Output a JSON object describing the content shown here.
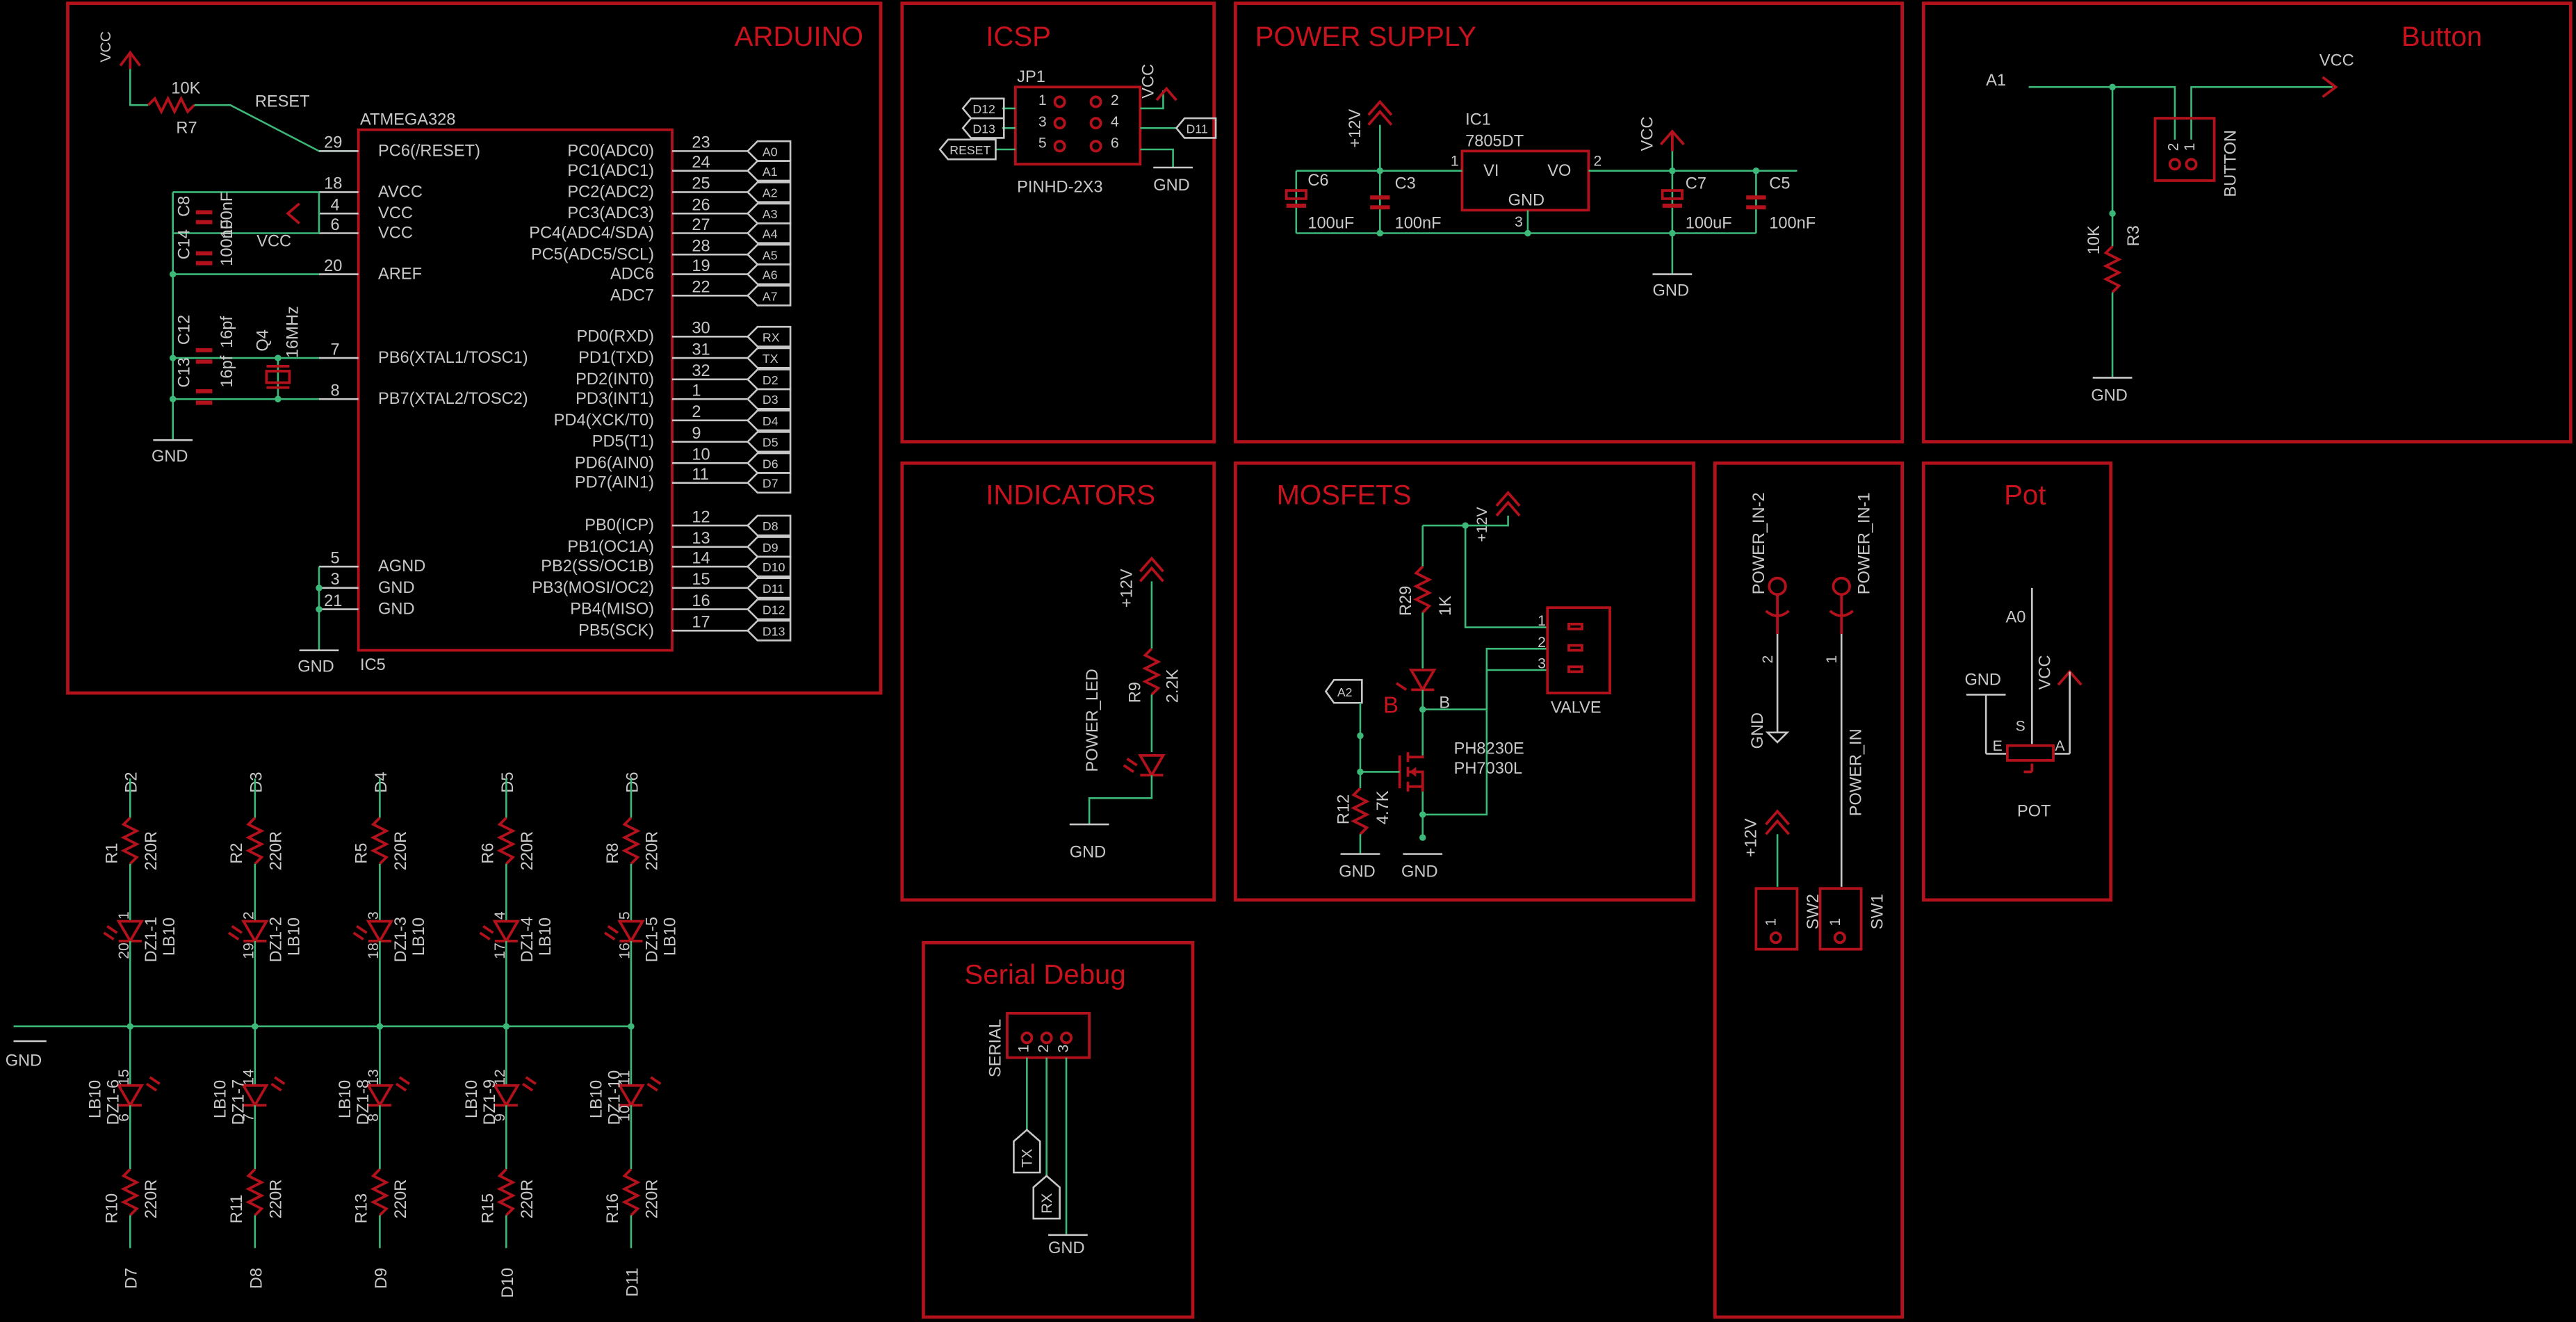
{
  "colors": {
    "frame": "#b3121c",
    "title": "#c8121d",
    "wire": "#3cb878",
    "part": "#b3121c",
    "text": "#c8c8c8",
    "bg": "#000000",
    "port": "#c8c8c8"
  },
  "titles": {
    "arduino": "ARDUINO",
    "icsp": "ICSP",
    "power": "POWER SUPPLY",
    "button": "Button",
    "indicators": "INDICATORS",
    "mosfets": "MOSFETS",
    "pot": "Pot",
    "serial": "Serial Debug"
  },
  "arduino": {
    "vcc": "VCC",
    "r7_value": "10K",
    "r7_name": "R7",
    "reset": "RESET",
    "chip_value": "ATMEGA328",
    "chip_name": "IC5",
    "pc6": "PC6(/RESET)",
    "pin29": "29",
    "avcc": "AVCC",
    "vcc_pin": "VCC",
    "aref": "AREF",
    "pin18": "18",
    "pin4": "4",
    "pin6": "6",
    "pin20": "20",
    "pb6": "PB6(XTAL1/TOSC1)",
    "pb7": "PB7(XTAL2/TOSC2)",
    "pin7": "7",
    "pin8": "8",
    "agnd": "AGND",
    "gnd": "GND",
    "pin5": "5",
    "pin3": "3",
    "pin21": "21",
    "c8": "C8",
    "c8_value": "100nF",
    "c14": "C14",
    "c14_value": "100nF",
    "vcc_label": "VCC",
    "c12": "C12",
    "c12_value": "16pf",
    "c13": "C13",
    "c13_value": "16pf",
    "q4": "Q4",
    "q4_value": "16MHz",
    "gnd_label": "GND",
    "gnd_bottom": "GND",
    "pins": [
      {
        "name": "PC0(ADC0)",
        "num": "23",
        "tag": "A0"
      },
      {
        "name": "PC1(ADC1)",
        "num": "24",
        "tag": "A1"
      },
      {
        "name": "PC2(ADC2)",
        "num": "25",
        "tag": "A2"
      },
      {
        "name": "PC3(ADC3)",
        "num": "26",
        "tag": "A3"
      },
      {
        "name": "PC4(ADC4/SDA)",
        "num": "27",
        "tag": "A4"
      },
      {
        "name": "PC5(ADC5/SCL)",
        "num": "28",
        "tag": "A5"
      },
      {
        "name": "ADC6",
        "num": "19",
        "tag": "A6"
      },
      {
        "name": "ADC7",
        "num": "22",
        "tag": "A7"
      },
      {
        "name": "PD0(RXD)",
        "num": "30",
        "tag": "RX"
      },
      {
        "name": "PD1(TXD)",
        "num": "31",
        "tag": "TX"
      },
      {
        "name": "PD2(INT0)",
        "num": "32",
        "tag": "D2"
      },
      {
        "name": "PD3(INT1)",
        "num": "1",
        "tag": "D3"
      },
      {
        "name": "PD4(XCK/T0)",
        "num": "2",
        "tag": "D4"
      },
      {
        "name": "PD5(T1)",
        "num": "9",
        "tag": "D5"
      },
      {
        "name": "PD6(AIN0)",
        "num": "10",
        "tag": "D6"
      },
      {
        "name": "PD7(AIN1)",
        "num": "11",
        "tag": "D7"
      },
      {
        "name": "PB0(ICP)",
        "num": "12",
        "tag": "D8"
      },
      {
        "name": "PB1(OC1A)",
        "num": "13",
        "tag": "D9"
      },
      {
        "name": "PB2(SS/OC1B)",
        "num": "14",
        "tag": "D10"
      },
      {
        "name": "PB3(MOSI/OC2)",
        "num": "15",
        "tag": "D11"
      },
      {
        "name": "PB4(MISO)",
        "num": "16",
        "tag": "D12"
      },
      {
        "name": "PB5(SCK)",
        "num": "17",
        "tag": "D13"
      }
    ]
  },
  "icsp": {
    "name": "JP1",
    "value": "PINHD-2X3",
    "vcc": "VCC",
    "gnd": "GND",
    "tag_d12": "D12",
    "tag_d13": "D13",
    "tag_reset": "RESET",
    "tag_d11": "D11",
    "p1": "1",
    "p2": "2",
    "p3": "3",
    "p4": "4",
    "p5": "5",
    "p6": "6"
  },
  "power": {
    "v12": "+12V",
    "ic_name": "IC1",
    "ic_value": "7805DT",
    "vi": "VI",
    "vo": "VO",
    "gnd_pin": "GND",
    "p1": "1",
    "p2": "2",
    "p3": "3",
    "vcc": "VCC",
    "gnd": "GND",
    "c6": "C6",
    "c6_value": "100uF",
    "c3": "C3",
    "c3_value": "100nF",
    "c7": "C7",
    "c7_value": "100uF",
    "c5": "C5",
    "c5_value": "100nF"
  },
  "button": {
    "a1": "A1",
    "vcc": "VCC",
    "r3": "R3",
    "r3_value": "10K",
    "gnd": "GND",
    "name": "BUTTON",
    "p1": "1",
    "p2": "2"
  },
  "indicators": {
    "v12": "+12V",
    "r9": "R9",
    "r9_value": "2.2K",
    "led": "POWER_LED",
    "gnd": "GND"
  },
  "mosfets": {
    "v12": "+12V",
    "r29": "R29",
    "r29_value": "1K",
    "b1": "B",
    "b2": "B",
    "tag_a2": "A2",
    "r12": "R12",
    "r12_value": "4.7K",
    "q1": "PH8230E",
    "q2": "PH7030L",
    "gnd1": "GND",
    "gnd2": "GND",
    "valve": "VALVE",
    "p1": "1",
    "p2": "2",
    "p3": "3"
  },
  "power_in": {
    "in2": "POWER_IN-2",
    "in1": "POWER_IN-1",
    "gnd": "GND",
    "pin2": "2",
    "pin1": "1",
    "label": "POWER_IN",
    "v12": "+12V",
    "sw2": "SW2",
    "sw1": "SW1",
    "s1": "1",
    "s2": "1"
  },
  "pot": {
    "a0": "A0",
    "gnd": "GND",
    "vcc": "VCC",
    "s": "S",
    "e": "E",
    "a": "A",
    "name": "POT"
  },
  "serial": {
    "name": "SERIAL",
    "tx": "TX",
    "rx": "RX",
    "gnd": "GND",
    "p1": "1",
    "p2": "2",
    "p3": "3"
  },
  "leds": {
    "gnd": "GND",
    "columns": [
      {
        "net_top": "D2",
        "r_top": "R1",
        "r_top_value": "220R",
        "top_name": "DZ1-1",
        "top_value": "LB10",
        "top_pin_a": "1",
        "top_pin_k": "20",
        "bot_name": "DZ1-6",
        "bot_value": "LB10",
        "bot_pin_a": "15",
        "bot_pin_k": "6",
        "r_bot": "R10",
        "r_bot_value": "220R",
        "net_bot": "D7"
      },
      {
        "net_top": "D3",
        "r_top": "R2",
        "r_top_value": "220R",
        "top_name": "DZ1-2",
        "top_value": "LB10",
        "top_pin_a": "2",
        "top_pin_k": "19",
        "bot_name": "DZ1-7",
        "bot_value": "LB10",
        "bot_pin_a": "14",
        "bot_pin_k": "7",
        "r_bot": "R11",
        "r_bot_value": "220R",
        "net_bot": "D8"
      },
      {
        "net_top": "D4",
        "r_top": "R5",
        "r_top_value": "220R",
        "top_name": "DZ1-3",
        "top_value": "LB10",
        "top_pin_a": "3",
        "top_pin_k": "18",
        "bot_name": "DZ1-8",
        "bot_value": "LB10",
        "bot_pin_a": "13",
        "bot_pin_k": "8",
        "r_bot": "R13",
        "r_bot_value": "220R",
        "net_bot": "D9"
      },
      {
        "net_top": "D5",
        "r_top": "R6",
        "r_top_value": "220R",
        "top_name": "DZ1-4",
        "top_value": "LB10",
        "top_pin_a": "4",
        "top_pin_k": "17",
        "bot_name": "DZ1-9",
        "bot_value": "LB10",
        "bot_pin_a": "12",
        "bot_pin_k": "9",
        "r_bot": "R15",
        "r_bot_value": "220R",
        "net_bot": "D10"
      },
      {
        "net_top": "D6",
        "r_top": "R8",
        "r_top_value": "220R",
        "top_name": "DZ1-5",
        "top_value": "LB10",
        "top_pin_a": "5",
        "top_pin_k": "16",
        "bot_name": "DZ1-10",
        "bot_value": "LB10",
        "bot_pin_a": "11",
        "bot_pin_k": "10",
        "r_bot": "R16",
        "r_bot_value": "220R",
        "net_bot": "D11"
      }
    ]
  }
}
